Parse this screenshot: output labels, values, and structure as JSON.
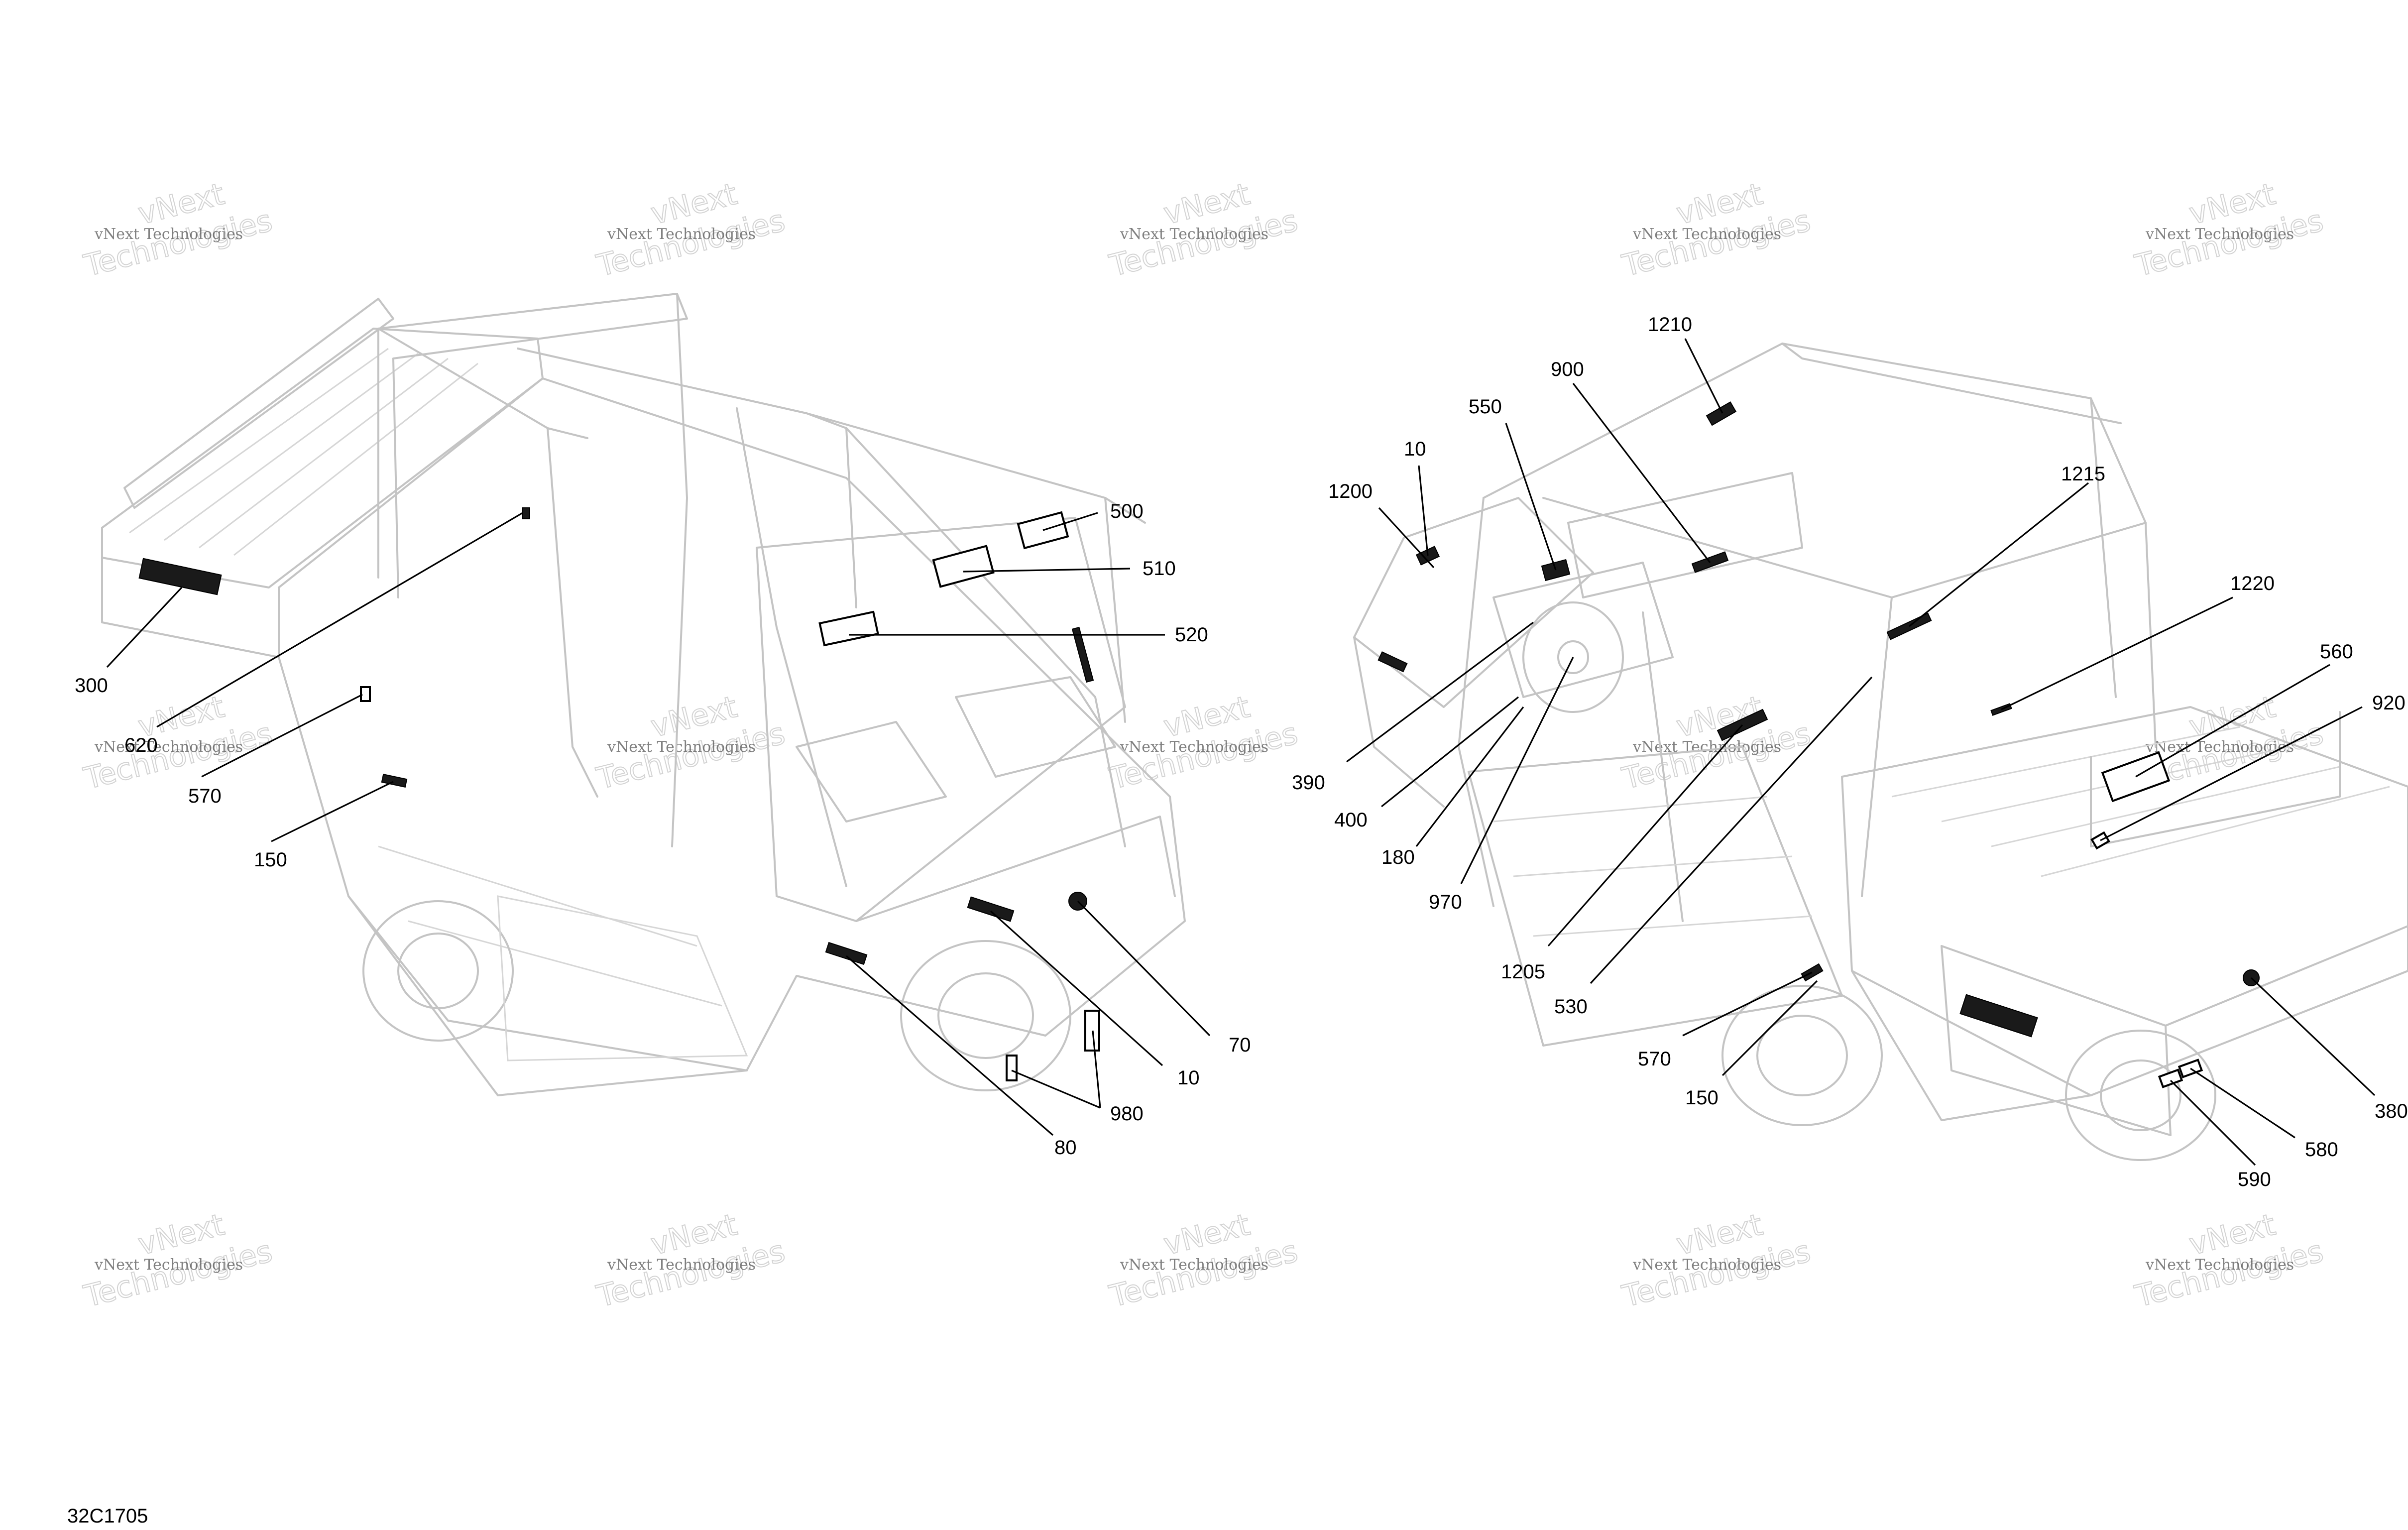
{
  "drawing_code": "32C1705",
  "watermark": {
    "line1": "vNext",
    "line2": "Technologies",
    "line3": "vNext Technologies"
  },
  "left_view": {
    "callouts": [
      "500",
      "510",
      "520",
      "300",
      "620",
      "570",
      "150",
      "70",
      "10",
      "980",
      "80"
    ]
  },
  "right_view": {
    "callouts": [
      "1210",
      "900",
      "550",
      "10",
      "1200",
      "1215",
      "1220",
      "560",
      "920",
      "390",
      "400",
      "180",
      "970",
      "1205",
      "530",
      "570",
      "150",
      "380",
      "580",
      "590"
    ]
  }
}
